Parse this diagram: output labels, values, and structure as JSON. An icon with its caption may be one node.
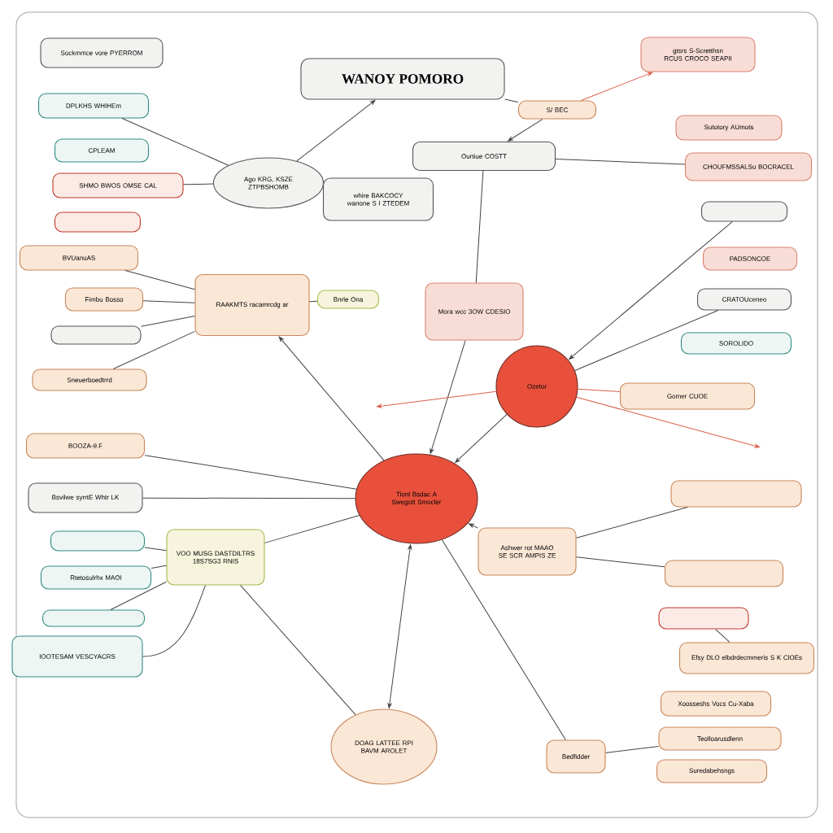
{
  "diagram": {
    "nodes": [
      {
        "text": [
          "WANOY POMORO"
        ]
      },
      {
        "text": [
          "Sockmmce vore PYERROM"
        ]
      },
      {
        "text": [
          "DPLKHS WHIHEm"
        ]
      },
      {
        "text": [
          "CPLEAM"
        ]
      },
      {
        "text": [
          "SHMO BWOS OMSE CAL"
        ]
      },
      {
        "text": [],
        "shape": "box"
      },
      {
        "text": [
          "BVUanuAS"
        ]
      },
      {
        "text": [
          "Fimbu Bosso"
        ]
      },
      {
        "text": [],
        "shape": "box"
      },
      {
        "text": [
          "Ago KRG, KSZE ZTPBSHOMB"
        ]
      },
      {
        "text": [
          "whire BAKCOCY wanone S I ZTEDEM"
        ]
      },
      {
        "text": [
          "RAAKMTS racamrcdg ar"
        ]
      },
      {
        "text": [
          "Bnrle Ona"
        ]
      },
      {
        "text": [
          "Sneuerboedtrrd"
        ]
      },
      {
        "text": [
          "BOOZA-9.F"
        ]
      },
      {
        "text": [
          "Bsvilwe syrrtE Whtr LK"
        ]
      },
      {
        "text": [],
        "shape": "box"
      },
      {
        "text": [
          "Rtetosulrhx MAOI"
        ]
      },
      {
        "text": [],
        "shape": "box"
      },
      {
        "text": [
          "IOOTESAM VESCYACRS"
        ]
      },
      {
        "text": [
          "VOO MUSG DASTDILTRS 18S7SG3 RNIS"
        ]
      },
      {
        "text": [
          "Tionl Bsdac A",
          "Swegott Smocler"
        ]
      },
      {
        "text": [
          "Mora wcc 3OW CDESIO"
        ]
      },
      {
        "text": [
          "Ourtiue COSTT"
        ]
      },
      {
        "text": [
          "S/ BEC"
        ]
      },
      {
        "text": [
          "gtsrs S-Scretthsn RCUS CROCO SEAPII"
        ]
      },
      {
        "text": [
          "Sutotory AUmots"
        ]
      },
      {
        "text": [
          "CHOUFMSSALSu BOCRACEL"
        ]
      },
      {
        "text": [],
        "shape": "box"
      },
      {
        "text": [
          "PADSONCOE"
        ]
      },
      {
        "text": [
          "CRATOUceneo"
        ]
      },
      {
        "text": [
          "SOROLIDO"
        ]
      },
      {
        "text": [
          "Ozetor"
        ]
      },
      {
        "text": [
          "Gomer CUOE"
        ]
      },
      {
        "text": [
          "Ashwer rot MAAO SE SCR AMPIS ZE"
        ]
      },
      {
        "text": [],
        "shape": "box"
      },
      {
        "text": [],
        "shape": "box"
      },
      {
        "text": [],
        "shape": "box"
      },
      {
        "text": [
          "Efsy DLO elbdrdecmmeris S K ClOEs"
        ]
      },
      {
        "text": [
          "DOAG LATTEE RPI BAVM AROLET"
        ]
      },
      {
        "text": [
          "Bedfidder"
        ]
      },
      {
        "text": [
          "Xoosseshs Vocs Cu-Xaba"
        ]
      },
      {
        "text": [
          "Teolloarusdlenn"
        ]
      },
      {
        "text": [
          "Suredabehsngs"
        ]
      }
    ],
    "edges": [
      {
        "from": 9,
        "to": 0,
        "arrow": "to"
      },
      {
        "from": 2,
        "to": 9,
        "arrow": "none"
      },
      {
        "from": 4,
        "to": 9,
        "arrow": "none"
      },
      {
        "from": 6,
        "to": 11,
        "arrow": "none"
      },
      {
        "from": 7,
        "to": 11,
        "arrow": "none"
      },
      {
        "from": 8,
        "to": 11,
        "arrow": "none"
      },
      {
        "from": 12,
        "to": 11,
        "arrow": "none"
      },
      {
        "from": 13,
        "to": 11,
        "arrow": "none"
      },
      {
        "from": 21,
        "to": 11,
        "arrow": "to"
      },
      {
        "from": 14,
        "to": 21,
        "arrow": "none"
      },
      {
        "from": 15,
        "to": 21,
        "arrow": "none"
      },
      {
        "from": 16,
        "to": 20,
        "arrow": "none"
      },
      {
        "from": 17,
        "to": 20,
        "arrow": "none"
      },
      {
        "from": 18,
        "to": 20,
        "arrow": "none"
      },
      {
        "from": 19,
        "to": 20,
        "arrow": "none"
      },
      {
        "from": 20,
        "to": 21,
        "arrow": "none"
      },
      {
        "from": 22,
        "to": 21,
        "arrow": "to"
      },
      {
        "from": 23,
        "to": 22,
        "arrow": "none"
      },
      {
        "from": 24,
        "to": 23,
        "arrow": "to"
      },
      {
        "from": 24,
        "to": 25,
        "arrow": "to",
        "color": "#d9604c"
      },
      {
        "from": 0,
        "to": 24,
        "arrow": "none"
      },
      {
        "from": 27,
        "to": 23,
        "arrow": "none"
      },
      {
        "from": 28,
        "to": 32,
        "arrow": "to"
      },
      {
        "from": 30,
        "to": 32,
        "arrow": "none"
      },
      {
        "from": 32,
        "to": 21,
        "arrow": "to"
      },
      {
        "from": 32,
        "to": 33,
        "arrow": "none",
        "color": "#d9604c"
      },
      {
        "from": 32,
        "to": null,
        "arrow": "to",
        "color": "#d9604c"
      },
      {
        "from": 32,
        "to": null,
        "arrow": "to",
        "color": "#d9604c"
      },
      {
        "from": 34,
        "to": 21,
        "arrow": "to"
      },
      {
        "from": 35,
        "to": 34,
        "arrow": "none"
      },
      {
        "from": 21,
        "to": 39,
        "arrow": "both"
      },
      {
        "from": 20,
        "to": 39,
        "arrow": "none"
      },
      {
        "from": 40,
        "to": 42,
        "arrow": "none"
      },
      {
        "from": 21,
        "to": 40,
        "arrow": "none"
      },
      {
        "from": 36,
        "to": 34,
        "arrow": "none"
      },
      {
        "from": 37,
        "to": 38,
        "arrow": "none"
      }
    ]
  }
}
